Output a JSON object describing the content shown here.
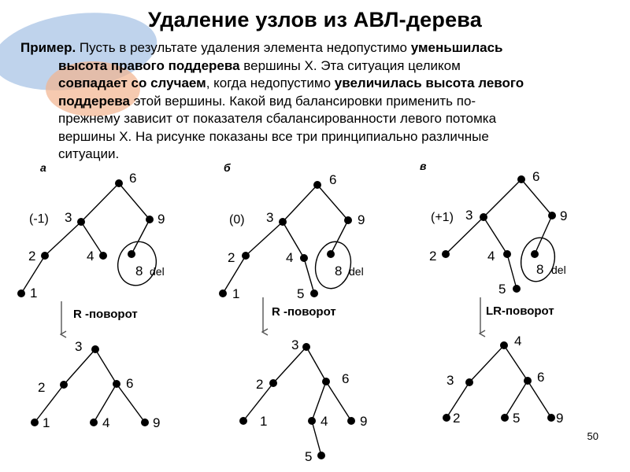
{
  "title": "Удаление узлов из АВЛ-дерева",
  "paragraph": {
    "lead": "Пример.",
    "t1": " Пусть в результате удаления элемента недопустимо ",
    "b1": "уменьшилась",
    "b1b": "высота правого поддерева",
    "t2": " вершины X. Эта ситуация целиком ",
    "b2": "совпадает со случаем",
    "t3": ", когда недопустимо ",
    "b3": "увеличилась высота левого",
    "b3b": "поддерева",
    "t4": " этой вершины. Какой вид балансировки применить по-",
    "t5": "прежнему зависит от показателя сбалансированности левого потомка",
    "t6": "вершины X. На рисунке показаны все три принципиально различные",
    "t7": "ситуации."
  },
  "cases": [
    {
      "letter": "а",
      "balance": "(-1)",
      "rotation": "R -поворот",
      "before": {
        "root": "6",
        "left": "3",
        "right": "9",
        "ll": "2",
        "lr": "4",
        "lll": "1",
        "rl": "8",
        "del": "del"
      },
      "after": {
        "root": "3",
        "left": "2",
        "right": "6",
        "ll": "1",
        "rl": "4",
        "rr": "9"
      }
    },
    {
      "letter": "б",
      "balance": "(0)",
      "rotation": "R -поворот",
      "before": {
        "root": "6",
        "left": "3",
        "right": "9",
        "ll": "2",
        "lr": "4",
        "lll": "1",
        "lrl": "5",
        "rl": "8",
        "del": "del"
      },
      "after": {
        "root": "3",
        "left": "2",
        "right": "6",
        "ll": "1",
        "rl": "4",
        "rr": "9",
        "rll": "5"
      }
    },
    {
      "letter": "в",
      "balance": "(+1)",
      "rotation": "LR-поворот",
      "before": {
        "root": "6",
        "left": "3",
        "right": "9",
        "ll": "2",
        "lr": "4",
        "lrr": "5",
        "rl": "8",
        "del": "del"
      },
      "after": {
        "root": "4",
        "left": "3",
        "right": "6",
        "ll": "2",
        "rl": "5",
        "rr": "9"
      }
    }
  ],
  "page_number": "50"
}
